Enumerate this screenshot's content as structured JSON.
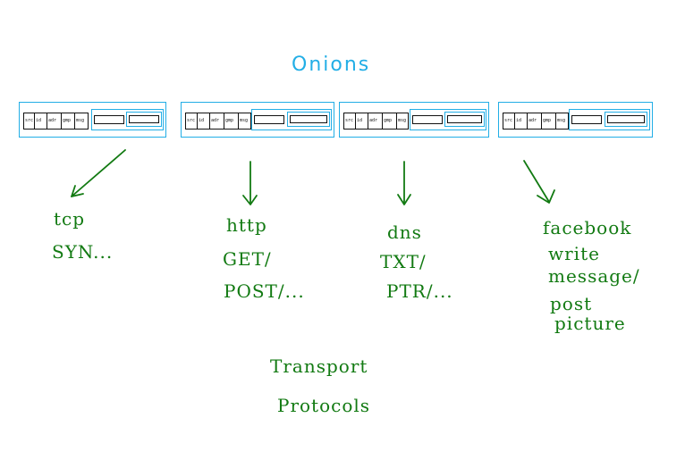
{
  "title": "Onions",
  "layer_labels": [
    "src",
    "id",
    "adr",
    "gmp",
    "msg"
  ],
  "colors": {
    "layer": "#22aee6",
    "annotation": "#127a12",
    "ink": "#111111"
  },
  "labels": {
    "tcp": [
      "tcp",
      "SYN..."
    ],
    "http": [
      "http",
      "GET/",
      "POST/..."
    ],
    "dns": [
      "dns",
      "TXT/",
      "PTR/..."
    ],
    "facebook": [
      "facebook",
      "write",
      "message/",
      "post",
      "picture"
    ],
    "transport": [
      "Transport",
      "Protocols"
    ]
  }
}
